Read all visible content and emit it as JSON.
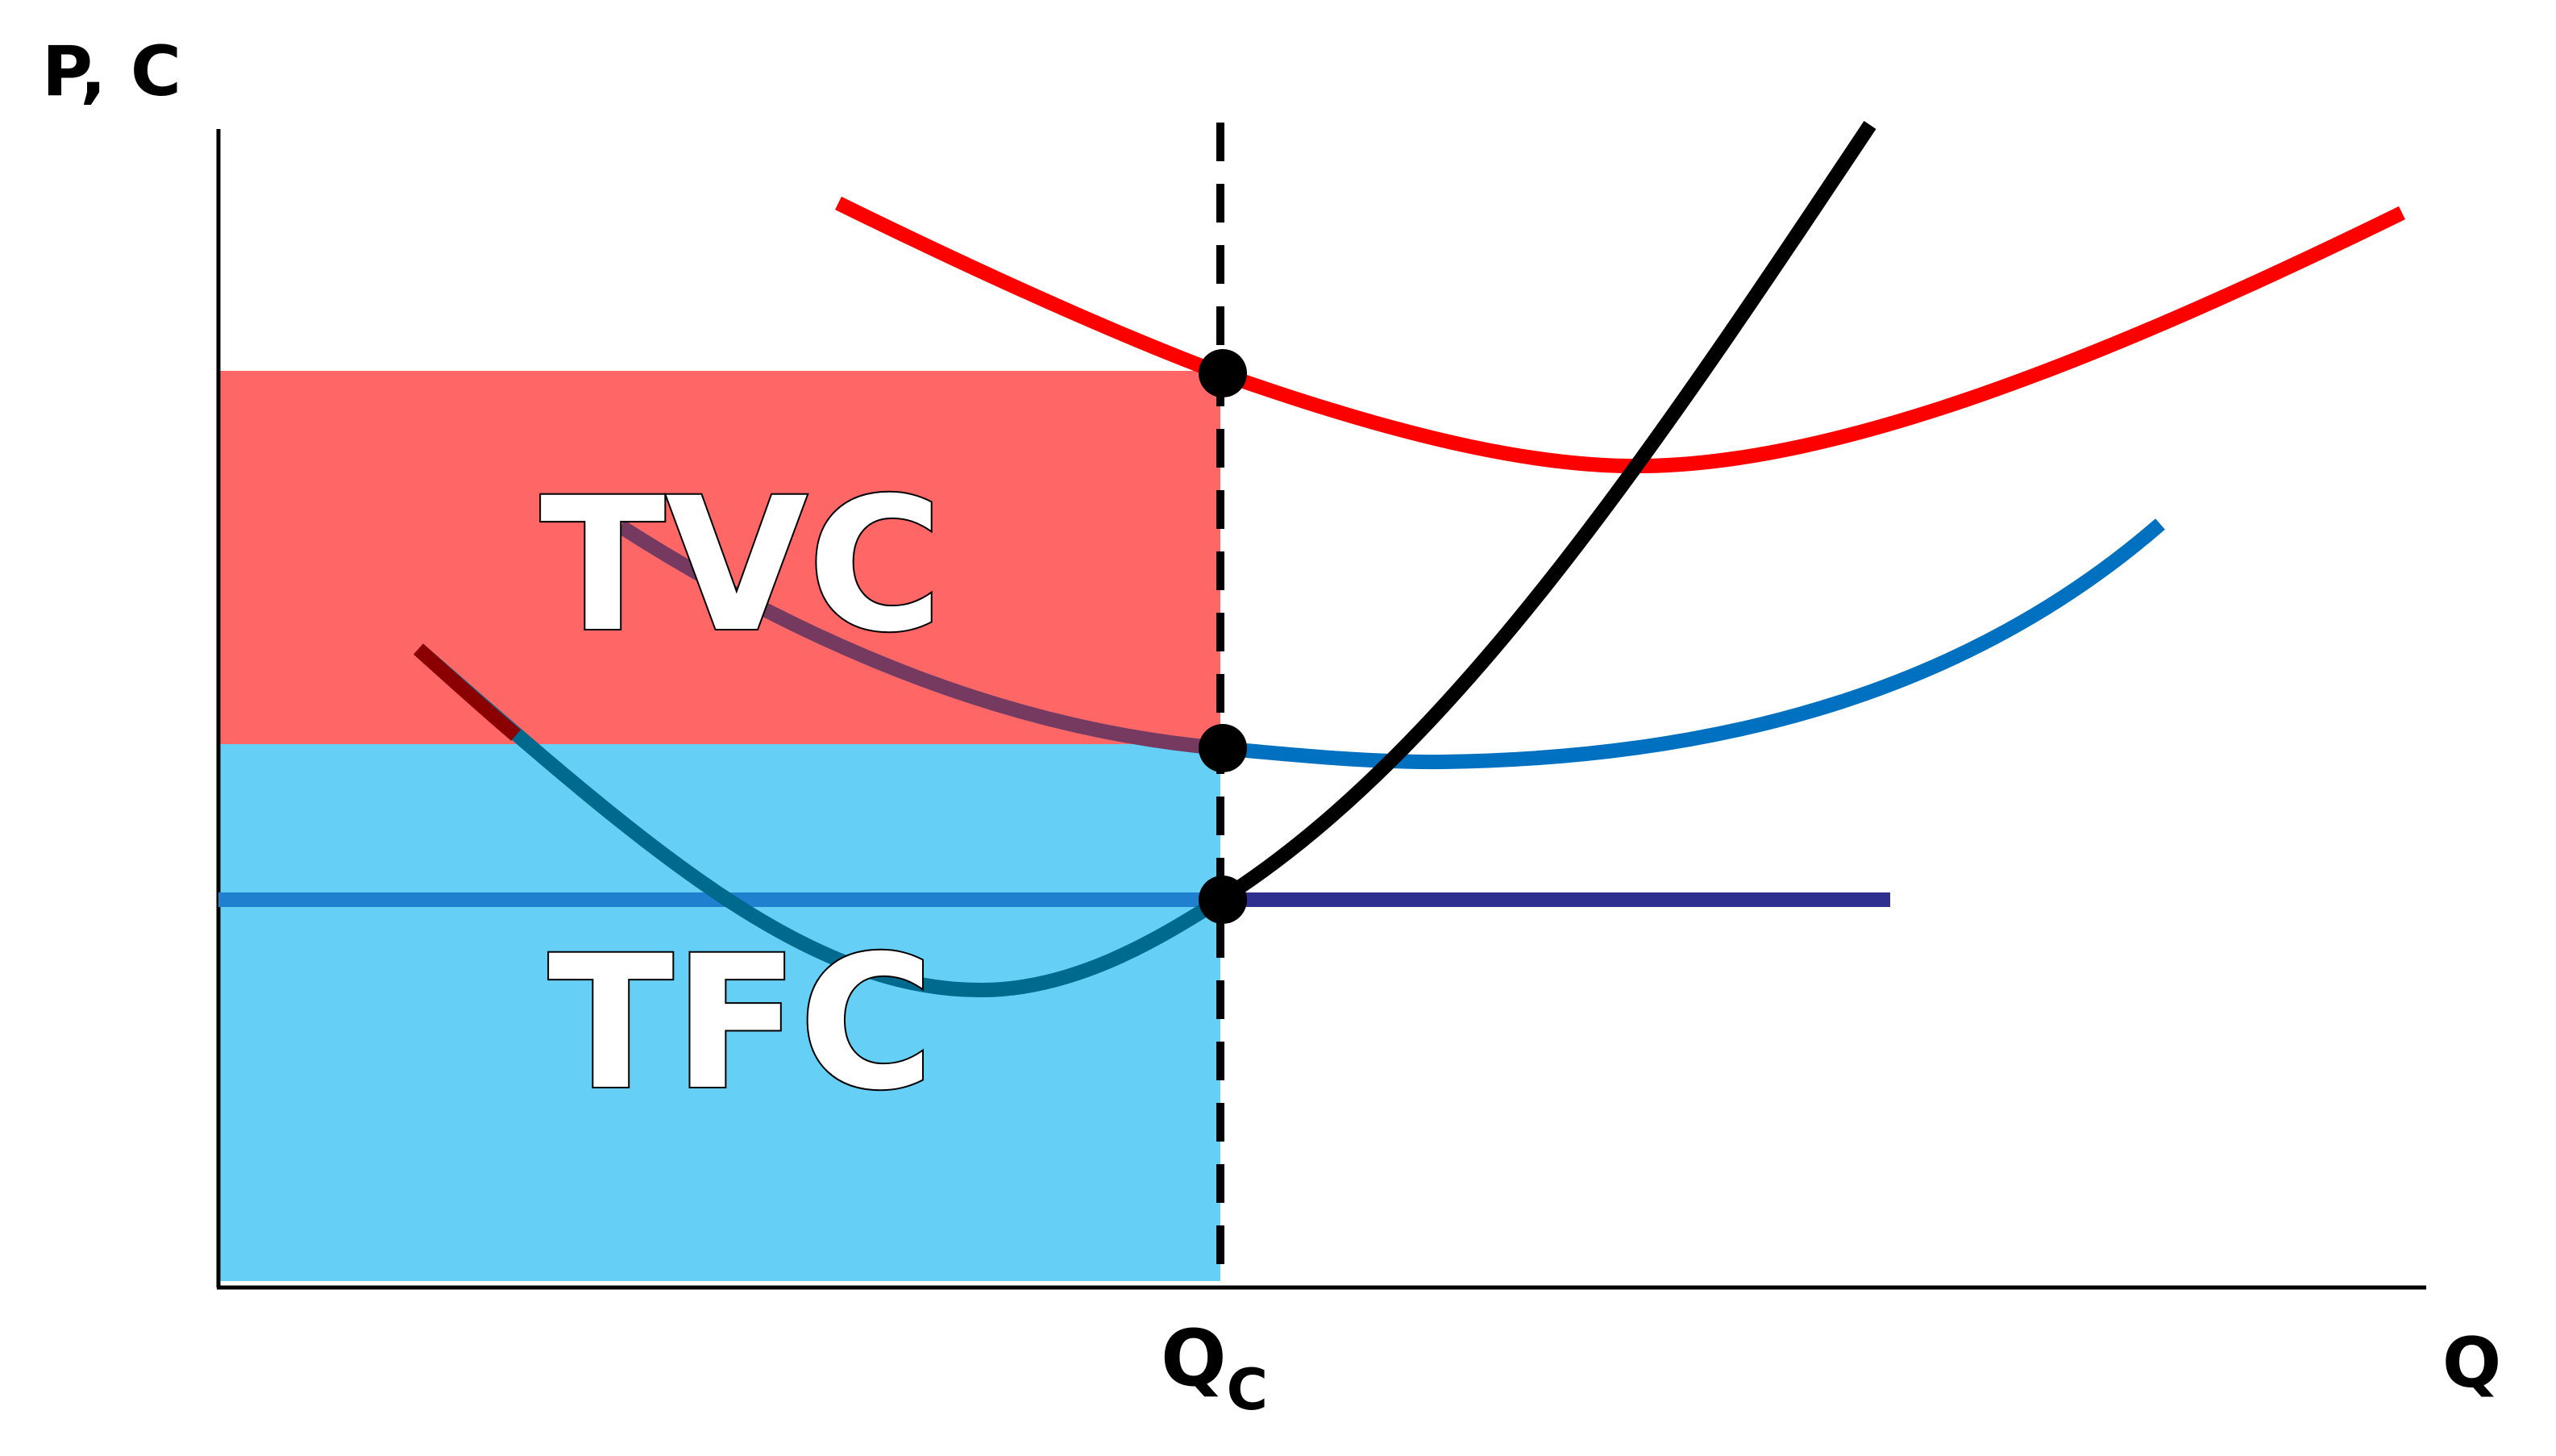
{
  "labels": {
    "y_axis": "P, C",
    "x_axis": "Q",
    "qc_main": "Q",
    "qc_sub": "C",
    "tvc": "TVC",
    "tfc": "TFC"
  },
  "colors": {
    "atc_curve": "#ff0000",
    "avc_curve": "#0070c0",
    "mc_curve": "#000000",
    "afc_line": "#2f2f8f",
    "afc_line_left": "#1f80d0",
    "tvc_area": "#ff6666",
    "tfc_area": "#66cff5",
    "avc_curve_dark_start": "#8b0000"
  }
}
